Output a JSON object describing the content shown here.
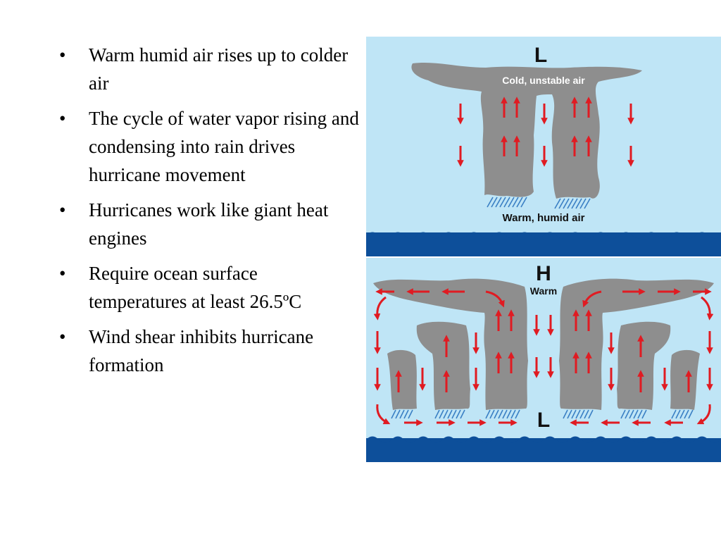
{
  "bullets": [
    "Warm humid air rises up to colder air",
    "The cycle of water vapor rising and condensing into rain drives hurricane movement",
    "Hurricanes work like giant heat engines",
    "Require ocean surface temperatures at least 26.5ºC",
    "Wind shear inhibits hurricane formation"
  ],
  "bullet_glyph": "•",
  "diagram": {
    "top": {
      "pressure_label": "L",
      "upper_label": "Cold, unstable air",
      "lower_label": "Warm, humid air"
    },
    "bottom": {
      "pressure_label_top": "H",
      "upper_label": "Warm",
      "pressure_label_bottom": "L"
    }
  },
  "colors": {
    "sky": "#bfe5f6",
    "ocean": "#0d4f9a",
    "cloud": "#8e8e8e",
    "arrow": "#e01b22",
    "rain": "#3a7fc4"
  }
}
